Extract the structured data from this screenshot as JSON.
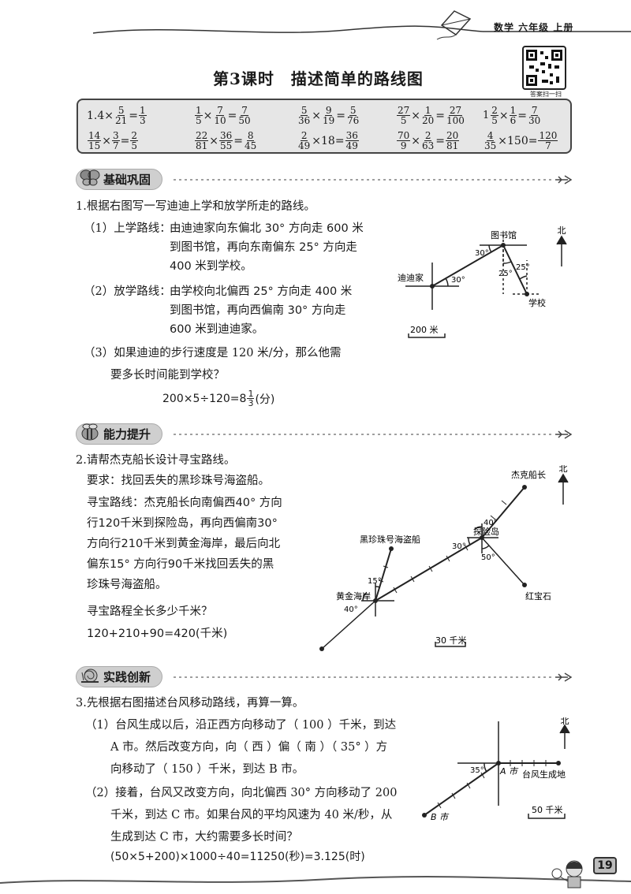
{
  "header": {
    "subject": "数学 六年级 上册",
    "qr_caption": "答案扫一扫",
    "title": "第3课时　描述简单的路线图"
  },
  "warmup": [
    [
      {
        "pre": "1.4×",
        "a": [
          "5",
          "21"
        ],
        "eq": "=",
        "r": [
          "1",
          "3"
        ]
      },
      {
        "a0": [
          "1",
          "5"
        ],
        "a": [
          "7",
          "10"
        ],
        "r": [
          "7",
          "50"
        ]
      },
      {
        "a0": [
          "5",
          "36"
        ],
        "a": [
          "9",
          "19"
        ],
        "r": [
          "5",
          "76"
        ]
      },
      {
        "a0": [
          "27",
          "5"
        ],
        "a": [
          "1",
          "20"
        ],
        "r": [
          "27",
          "100"
        ]
      },
      {
        "whole": "1",
        "a0": [
          "2",
          "5"
        ],
        "a": [
          "1",
          "6"
        ],
        "r": [
          "7",
          "30"
        ]
      }
    ],
    [
      {
        "a0": [
          "14",
          "15"
        ],
        "a": [
          "3",
          "7"
        ],
        "r": [
          "2",
          "5"
        ]
      },
      {
        "a0": [
          "22",
          "81"
        ],
        "a": [
          "36",
          "55"
        ],
        "r": [
          "8",
          "45"
        ]
      },
      {
        "a0": [
          "2",
          "49"
        ],
        "mid": "×18=",
        "r": [
          "36",
          "49"
        ]
      },
      {
        "a0": [
          "70",
          "9"
        ],
        "a": [
          "2",
          "63"
        ],
        "r": [
          "20",
          "81"
        ]
      },
      {
        "a0": [
          "4",
          "35"
        ],
        "mid": "×150=",
        "r": [
          "120",
          "7"
        ]
      }
    ]
  ],
  "sections": {
    "s1": "基础巩固",
    "s2": "能力提升",
    "s3": "实践创新"
  },
  "q1": {
    "stem": "1.根据右图写一写迪迪上学和放学所走的路线。",
    "p1_label": "（1）上学路线：",
    "p1_l1": "由迪迪家向东偏北 30° 方向走 600 米",
    "p1_l2": "到图书馆，再向东南偏东 25° 方向走",
    "p1_l3": "400 米到学校。",
    "p2_label": "（2）放学路线：",
    "p2_l1": "由学校向北偏西 25° 方向走 400 米",
    "p2_l2": "到图书馆，再向西偏南 30° 方向走",
    "p2_l3": "600 米到迪迪家。",
    "p3_l1": "（3）如果迪迪的步行速度是 120 米/分，那么他需",
    "p3_l2": "要多长时间能到学校？",
    "answer_pre": "200×5÷120=8",
    "answer_frac": [
      "1",
      "3"
    ],
    "answer_post": "(分)",
    "map": {
      "north": "北",
      "library": "图书馆",
      "home": "迪迪家",
      "school": "学校",
      "angle_30a": "30°",
      "angle_30b": "30°",
      "angle_25a": "25°",
      "angle_25b": "25°",
      "scale": "200 米"
    }
  },
  "q2": {
    "stem": "2.请帮杰克船长设计寻宝路线。",
    "req": "要求：找回丢失的黑珍珠号海盗船。",
    "route_l1": "寻宝路线：杰克船长向南偏西40° 方向",
    "route_l2": "行120千米到探险岛，再向西偏南30°",
    "route_l3": "方向行210千米到黄金海岸，最后向北",
    "route_l4": "偏东15° 方向行90千米找回丢失的黑",
    "route_l5": "珍珠号海盗船。",
    "question": "寻宝路程全长多少千米？",
    "answer": "120+210+90=420(千米)",
    "map": {
      "north": "北",
      "captain": "杰克船长",
      "island": "探险岛",
      "ship": "黑珍珠号海盗船",
      "coast": "黄金海岸",
      "ruby": "红宝石",
      "a40": "40°",
      "a30": "30°",
      "a50": "50°",
      "a15": "15°",
      "a40b": "40°",
      "scale": "30 千米"
    }
  },
  "q3": {
    "stem": "3.先根据右图描述台风移动路线，再算一算。",
    "p1_l1": "（1）台风生成以后，沿正西方向移动了（ 100 ）千米，到达",
    "p1_l2": "A 市。然后改变方向，向（ 西 ）偏（ 南 ）（ 35° ）方",
    "p1_l3": "向移动了（ 150 ）千米，到达 B 市。",
    "p2_l1": "（2）接着，台风又改变方向，向北偏西 30° 方向移动了 200",
    "p2_l2": "千米，到达 C 市。如果台风的平均风速为 40 米/秒，从",
    "p2_l3": "生成到达 C 市，大约需要多长时间？",
    "answer": "(50×5+200)×1000÷40=11250(秒)=3.125(时)",
    "map": {
      "north": "北",
      "a35": "35°",
      "city_a": "A 市",
      "origin": "台风生成地",
      "city_b": "B 市",
      "scale": "50 千米"
    }
  },
  "page_number": "19"
}
